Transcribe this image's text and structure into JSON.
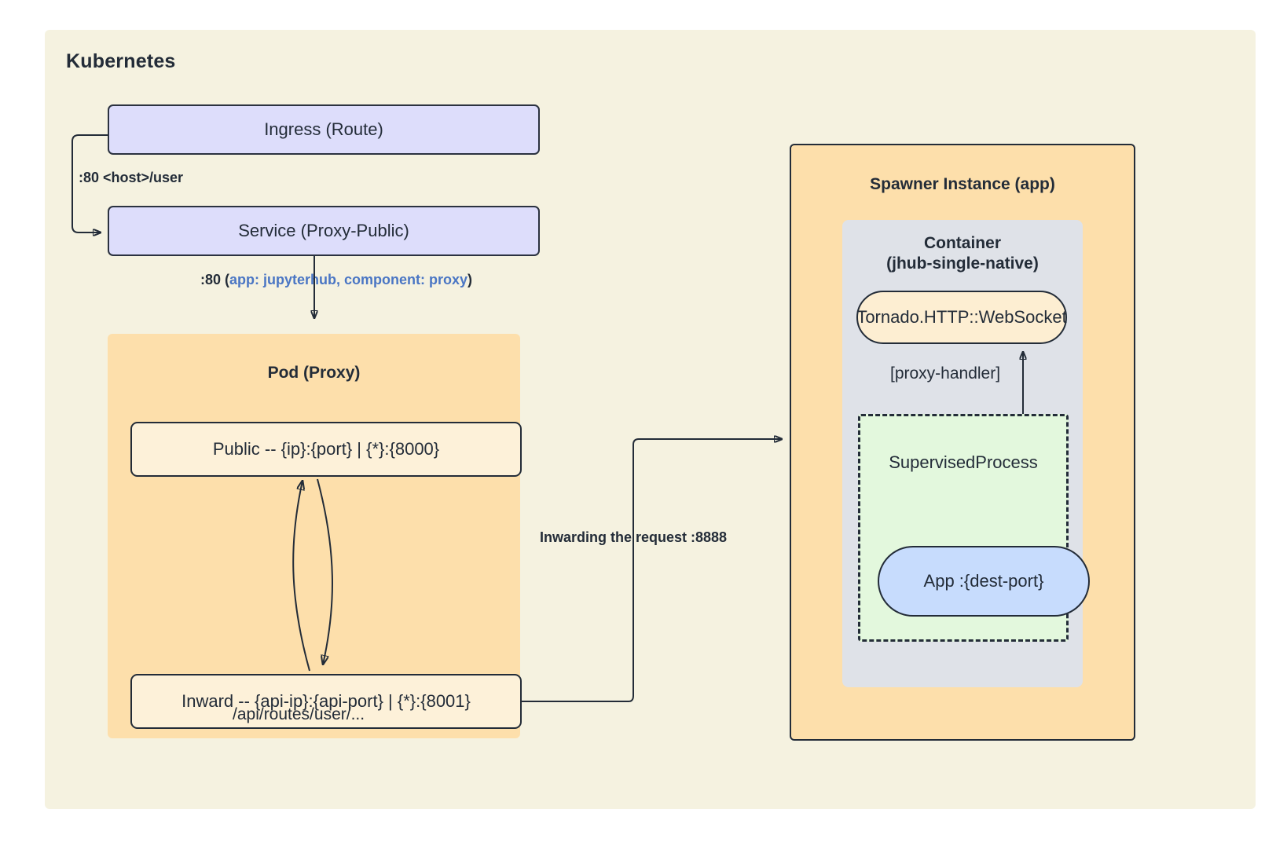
{
  "diagram": {
    "cluster": {
      "title": "Kubernetes"
    },
    "nodes": {
      "ingress": "Ingress (Route)",
      "service": "Service (Proxy-Public)",
      "pod_proxy_title": "Pod (Proxy)",
      "public": "Public -- {ip}:{port} | {*}:{8000}",
      "inward": "Inward -- {api-ip}:{api-port} | {*}:{8001}",
      "spawner_title": "Spawner Instance (app)",
      "container_title_line1": "Container",
      "container_title_line2": "(jhub-single-native)",
      "tornado": "Tornado.HTTP::WebSocket",
      "supervised_process": "SupervisedProcess",
      "app": "App :{dest-port}"
    },
    "edge_labels": {
      "ingress_to_service": ":80 <host>/user",
      "service_to_pod_prefix": ":80 (",
      "service_to_pod_accent": "app: jupyterhub, component: proxy",
      "service_to_pod_suffix": ")",
      "inward_route": "/api/routes/user/...",
      "inward_to_spawner": "Inwarding the request :8888",
      "proxy_handler": "[proxy-handler]"
    },
    "colors": {
      "cluster_bg": "#f5f2e0",
      "group_orange": "#fddfab",
      "group_grey": "#dfe2e8",
      "group_green": "#e3f8dd",
      "node_lavender": "#ddddfb",
      "node_cream": "#fdf1d9",
      "node_stadium": "#fdeed2",
      "node_blue": "#c7dcfd",
      "stroke": "#232c38",
      "accent_blue": "#4a76c4"
    }
  }
}
